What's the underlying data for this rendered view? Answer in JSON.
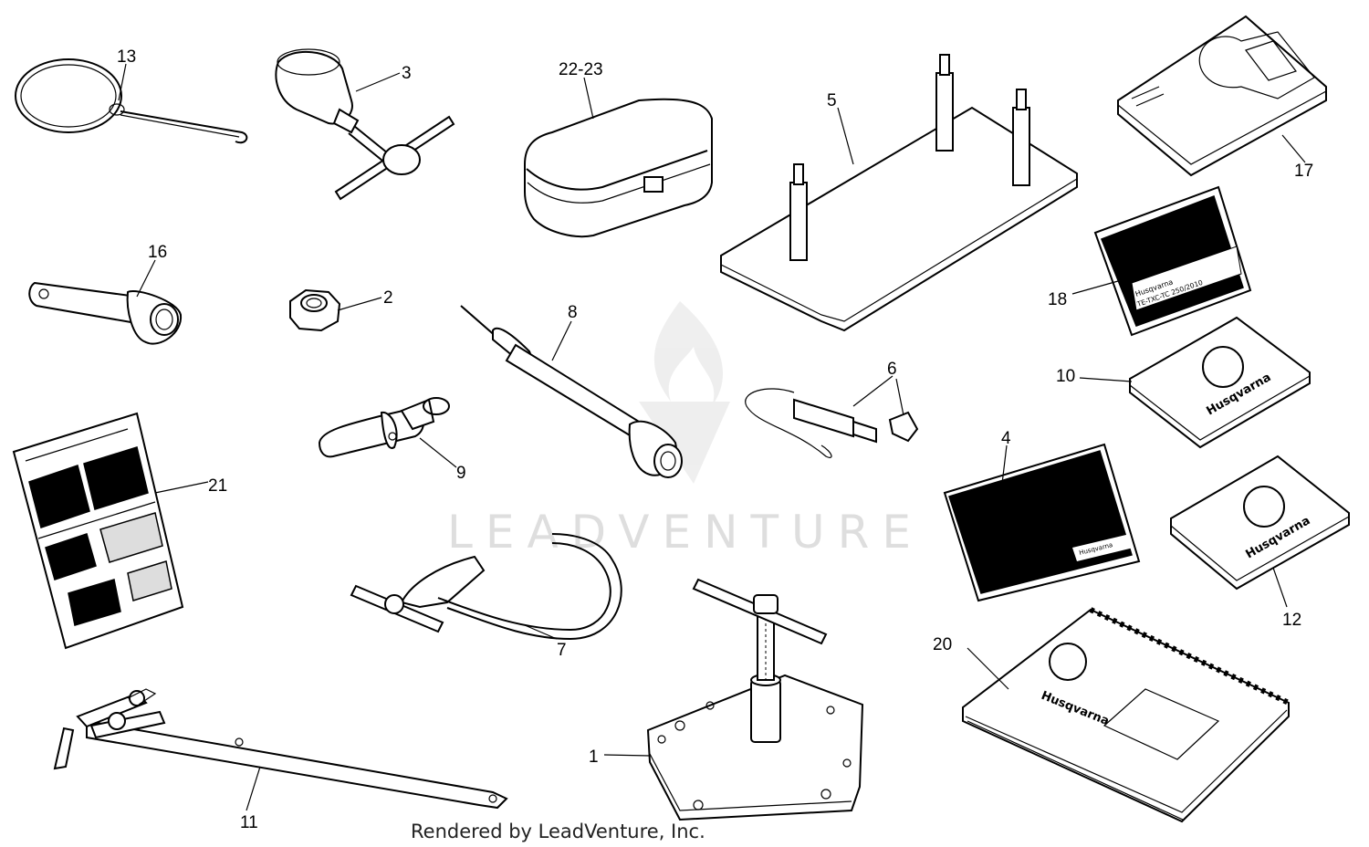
{
  "watermark": {
    "text": "LEADVENTURE"
  },
  "footer": {
    "text": "Rendered by LeadVenture, Inc."
  },
  "callouts": {
    "c1": "1",
    "c2": "2",
    "c3": "3",
    "c4": "4",
    "c5": "5",
    "c6": "6",
    "c7": "7",
    "c8": "8",
    "c9": "9",
    "c10": "10",
    "c11": "11",
    "c12": "12",
    "c13": "13",
    "c16": "16",
    "c17": "17",
    "c18": "18",
    "c20": "20",
    "c21": "21",
    "c22_23": "22-23"
  },
  "manual_18": {
    "brand": "Husqvarna",
    "model": "TE-TXC-TC 250/2010"
  },
  "manual_10": {
    "brand": "Husqvarna"
  },
  "manual_12": {
    "brand": "Husqvarna"
  },
  "manual_20": {
    "brand": "Husqvarna"
  },
  "manual_4": {
    "brand": "Husqvarna"
  },
  "colors": {
    "line": "#000000",
    "watermark": "#dedede",
    "background": "#ffffff"
  }
}
